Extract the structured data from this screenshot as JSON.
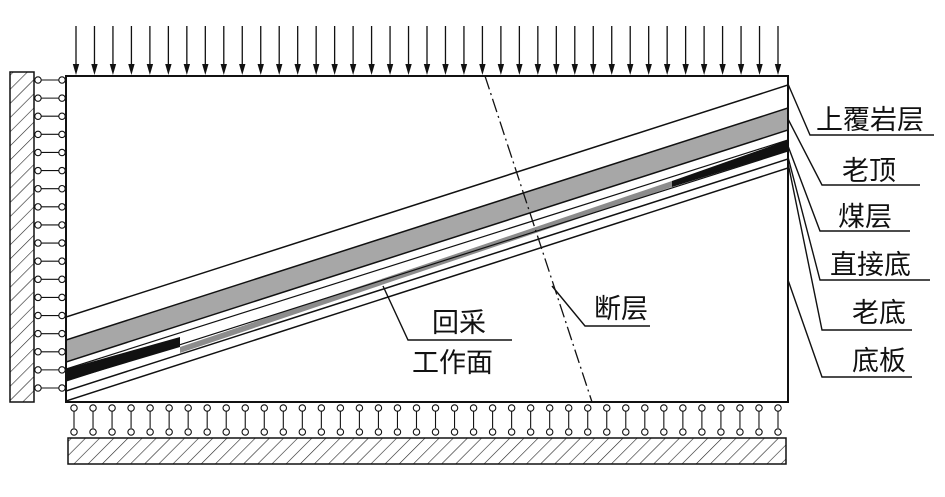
{
  "labels": {
    "overburden": "上覆岩层",
    "main_roof": "老顶",
    "coal_seam": "煤层",
    "immediate_floor": "直接底",
    "main_floor": "老底",
    "base_plate": "底板",
    "fault": "断层",
    "working_face_line1": "回采",
    "working_face_line2": "工作面"
  },
  "colors": {
    "line": "#111111",
    "main_roof_fill": "#a7a7a7",
    "coal_fill": "#111111",
    "goaf_fill": "#8c8c8c",
    "background": "#ffffff"
  },
  "boundary_conditions": {
    "top": "uniform distributed load (arrows)",
    "left": "fixed wall with roller supports",
    "bottom": "fixed base with roller supports"
  }
}
